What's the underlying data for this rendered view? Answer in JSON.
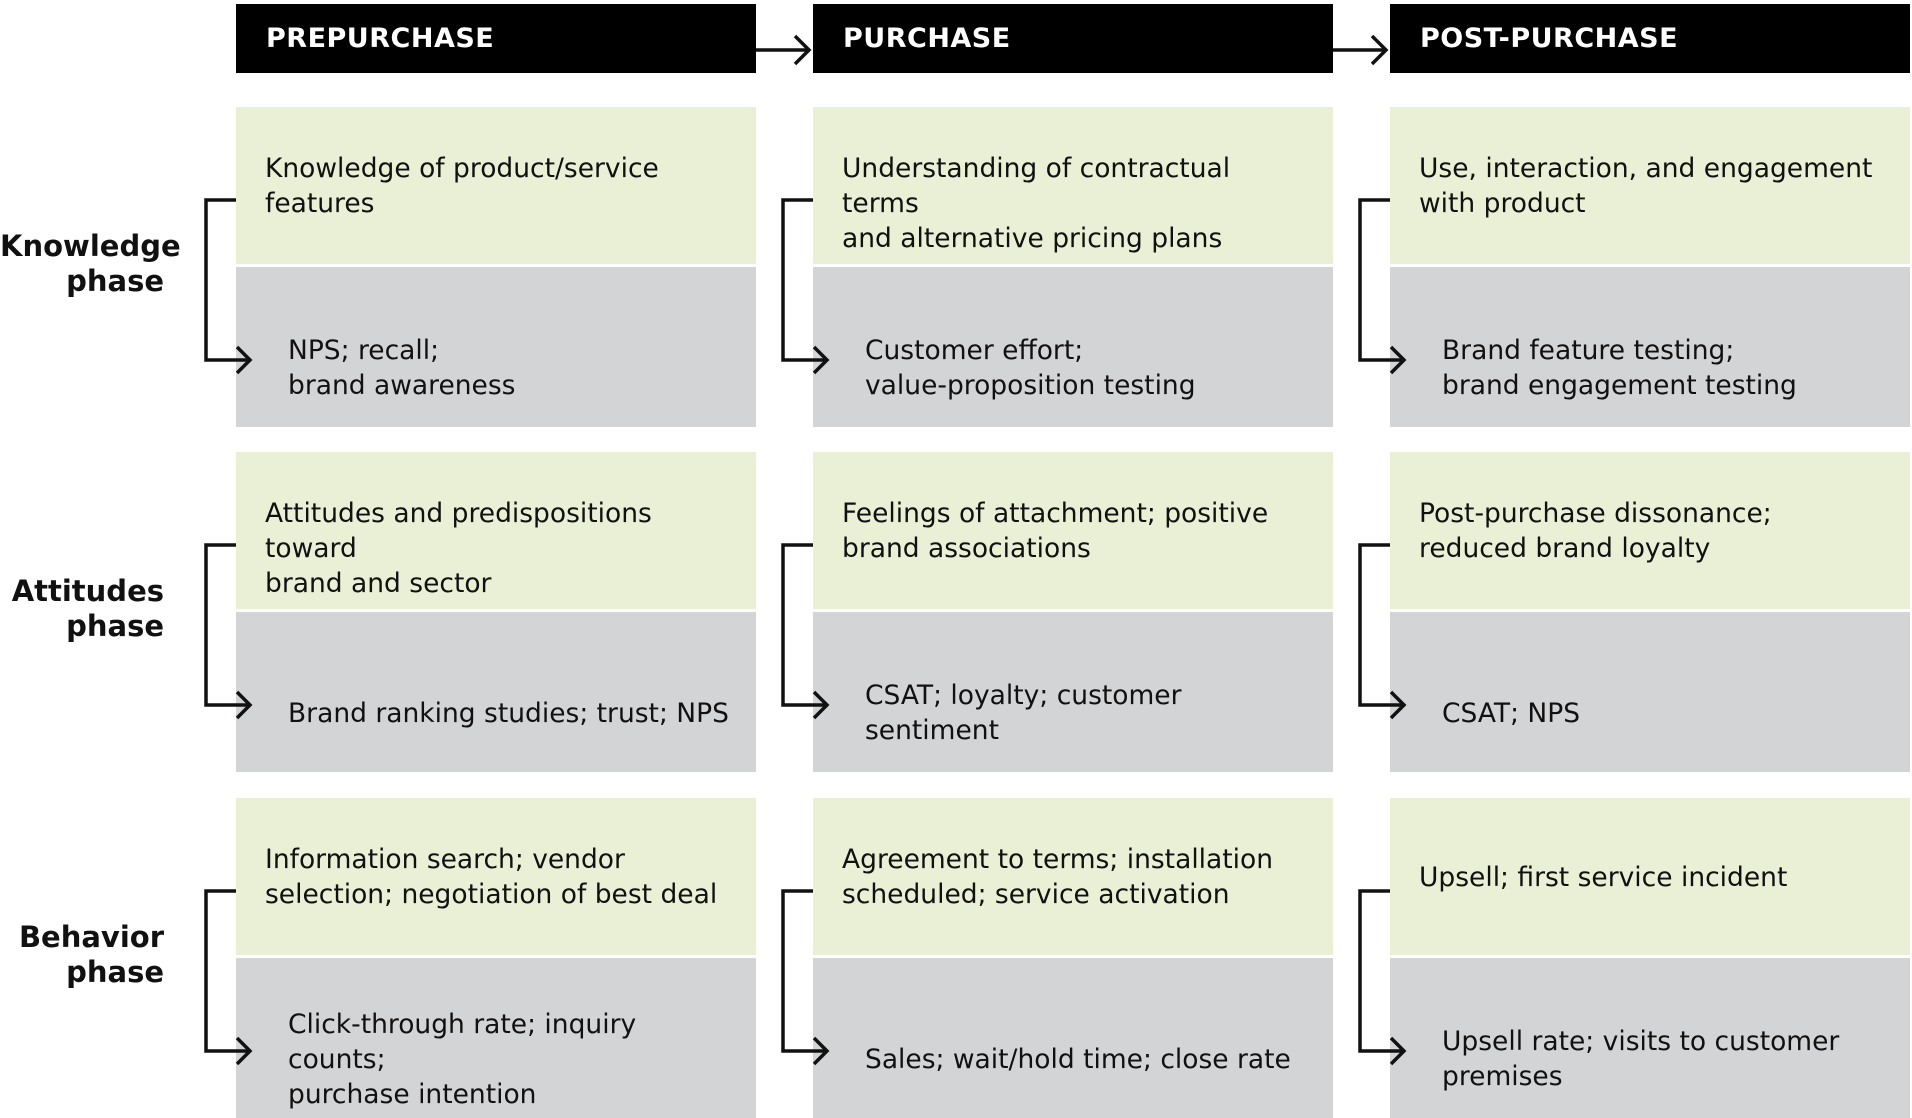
{
  "columns": [
    {
      "label": "PREPURCHASE"
    },
    {
      "label": "PURCHASE"
    },
    {
      "label": "POST-PURCHASE"
    }
  ],
  "rows": [
    {
      "label_lines": [
        "Knowledge",
        "phase"
      ],
      "cells": [
        {
          "top_lines": [
            "Knowledge of product/service",
            "features"
          ],
          "bottom_lines": [
            "NPS; recall;",
            "brand awareness"
          ]
        },
        {
          "top_lines": [
            "Understanding of contractual terms",
            "and alternative pricing plans"
          ],
          "bottom_lines": [
            "Customer effort;",
            "value-proposition testing"
          ]
        },
        {
          "top_lines": [
            "Use, interaction, and engagement",
            "with product"
          ],
          "bottom_lines": [
            "Brand feature testing;",
            "brand engagement testing"
          ]
        }
      ]
    },
    {
      "label_lines": [
        "Attitudes",
        "phase"
      ],
      "cells": [
        {
          "top_lines": [
            "Attitudes and predispositions toward",
            "brand and sector"
          ],
          "bottom_lines": [
            "Brand ranking studies; trust; NPS"
          ]
        },
        {
          "top_lines": [
            "Feelings of attachment; positive",
            "brand associations"
          ],
          "bottom_lines": [
            "CSAT; loyalty; customer sentiment"
          ]
        },
        {
          "top_lines": [
            "Post-purchase dissonance;",
            "reduced brand loyalty"
          ],
          "bottom_lines": [
            "CSAT; NPS"
          ]
        }
      ]
    },
    {
      "label_lines": [
        "Behavior",
        "phase"
      ],
      "cells": [
        {
          "top_lines": [
            "Information search; vendor",
            "selection; negotiation of best deal"
          ],
          "bottom_lines": [
            "Click-through rate; inquiry counts;",
            "purchase intention"
          ]
        },
        {
          "top_lines": [
            "Agreement to terms; installation",
            "scheduled; service activation"
          ],
          "bottom_lines": [
            "Sales; wait/hold time; close rate"
          ]
        },
        {
          "top_lines": [
            "Upsell; first service incident"
          ],
          "bottom_lines": [
            "Upsell rate; visits to customer",
            "premises"
          ]
        }
      ]
    }
  ],
  "colors": {
    "header_bg": "#000000",
    "header_text": "#ffffff",
    "top_box": "#e9f0d6",
    "bottom_box": "#d3d4d6",
    "line": "#111111"
  }
}
